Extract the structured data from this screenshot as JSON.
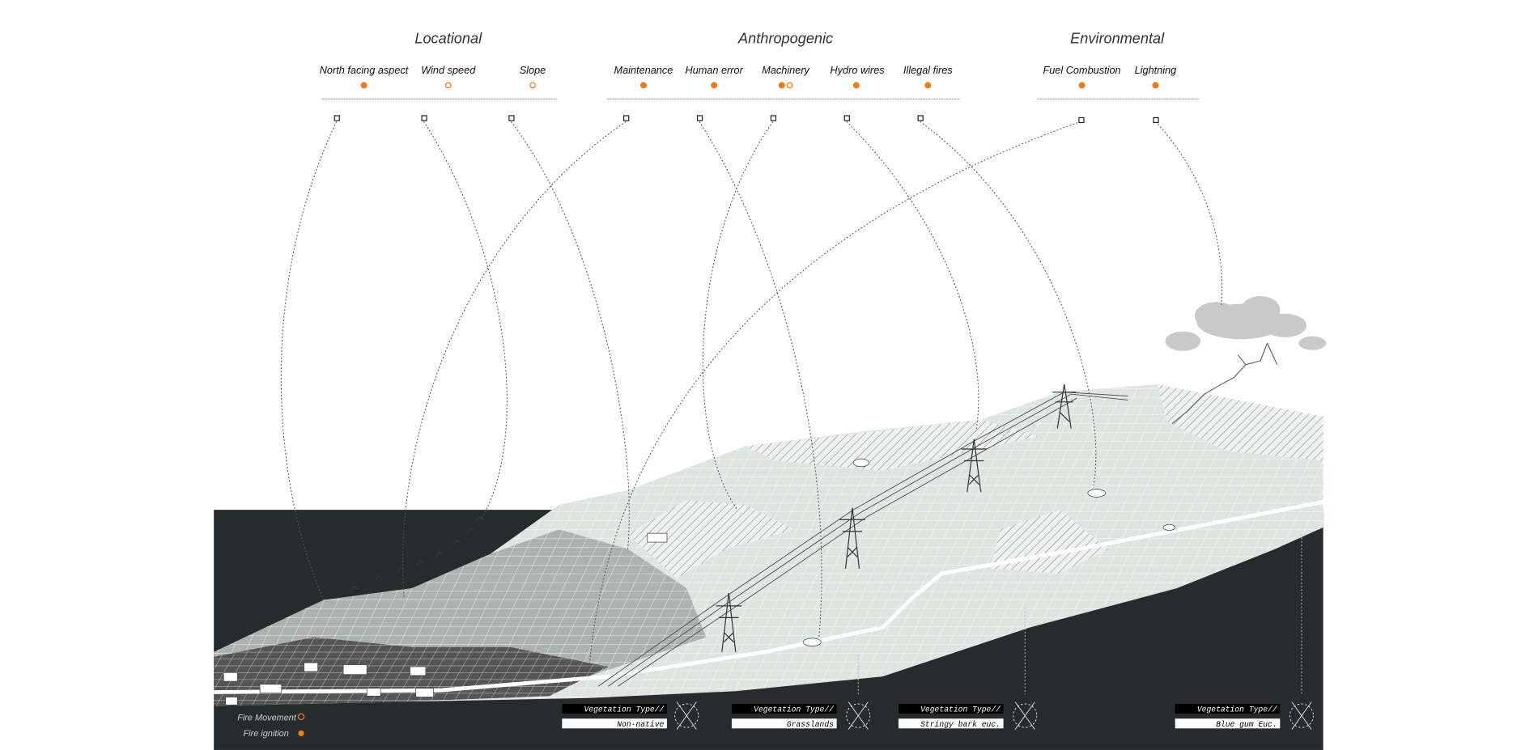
{
  "categories": [
    {
      "title": "Locational",
      "factors": [
        {
          "label": "North facing aspect",
          "marker": "ignition"
        },
        {
          "label": "Wind speed",
          "marker": "movement"
        },
        {
          "label": "Slope",
          "marker": "movement"
        }
      ]
    },
    {
      "title": "Anthropogenic",
      "factors": [
        {
          "label": "Maintenance",
          "marker": "ignition"
        },
        {
          "label": "Human error",
          "marker": "ignition"
        },
        {
          "label": "Machinery",
          "marker": "both"
        },
        {
          "label": "Hydro wires",
          "marker": "ignition"
        },
        {
          "label": "Illegal fires",
          "marker": "ignition"
        }
      ]
    },
    {
      "title": "Environmental",
      "factors": [
        {
          "label": "Fuel Combustion",
          "marker": "ignition"
        },
        {
          "label": "Lightning",
          "marker": "ignition"
        }
      ]
    }
  ],
  "vegetation": [
    {
      "heading": "Vegetation Type//",
      "value": "Non-native"
    },
    {
      "heading": "Vegetation Type//",
      "value": "Grasslands"
    },
    {
      "heading": "Vegetation Type//",
      "value": "Stringy bark euc."
    },
    {
      "heading": "Vegetation Type//",
      "value": "Blue gum Euc."
    }
  ],
  "legend": {
    "movement": "Fire Movement",
    "ignition": "Fire ignition"
  },
  "colors": {
    "accent": "#f07a1a",
    "ground": "#262c2d",
    "terrain": "#dde5e1",
    "cloud": "#c9c9c9"
  }
}
